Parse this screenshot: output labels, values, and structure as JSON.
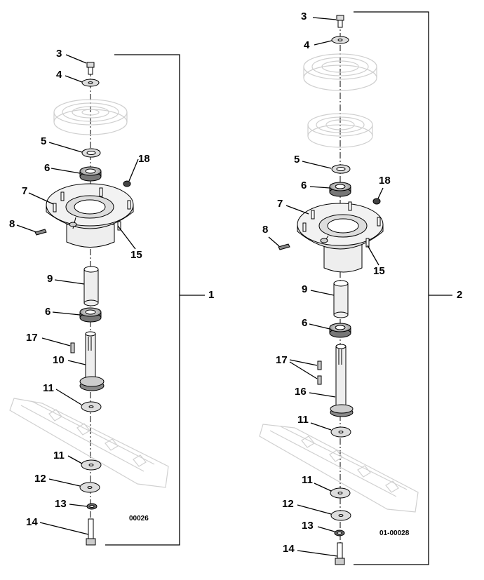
{
  "left_assembly": {
    "assembly_number": "1",
    "figure_code": "00026",
    "callouts": [
      "3",
      "4",
      "5",
      "6",
      "18",
      "7",
      "8",
      "15",
      "9",
      "6",
      "17",
      "10",
      "11",
      "11",
      "12",
      "13",
      "14"
    ]
  },
  "right_assembly": {
    "assembly_number": "2",
    "figure_code": "01-00028",
    "callouts": [
      "3",
      "4",
      "5",
      "6",
      "18",
      "7",
      "8",
      "15",
      "9",
      "6",
      "17",
      "16",
      "11",
      "11",
      "12",
      "13",
      "14"
    ]
  },
  "colors": {
    "line": "#000000",
    "ghost": "#c8c8c8",
    "part_fill": "#e6e6e6",
    "background": "#ffffff"
  }
}
